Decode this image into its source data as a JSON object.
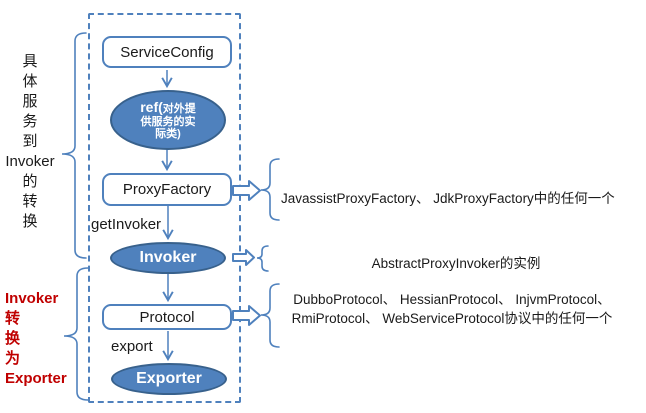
{
  "left_top_label": {
    "lines": [
      "具",
      "体",
      "服",
      "务",
      "到",
      "Invoker",
      "的",
      "转",
      "换"
    ]
  },
  "left_bottom_label": {
    "lines": [
      "Invoker",
      "转",
      "换",
      "为",
      "Exporter"
    ]
  },
  "nodes": {
    "service_config": {
      "label": "ServiceConfig"
    },
    "ref": {
      "prefix": "ref(",
      "line1_rest": "对外提",
      "line2": "供服务的实",
      "line3": "际类)"
    },
    "proxy_factory": {
      "label": "ProxyFactory"
    },
    "invoker": {
      "label": "Invoker"
    },
    "protocol": {
      "label": "Protocol"
    },
    "exporter": {
      "label": "Exporter"
    }
  },
  "edge_labels": {
    "get_invoker": "getInvoker",
    "export": "export"
  },
  "annotations": {
    "proxy_factory_options": "JavassistProxyFactory、 JdkProxyFactory中的任何一个",
    "invoker_instance": "AbstractProxyInvoker的实例",
    "protocol_options_line1": "DubboProtocol、 HessianProtocol、 InjvmProtocol、",
    "protocol_options_line2": "RmiProtocol、 WebServiceProtocol协议中的任何一个"
  },
  "colors": {
    "node_fill": "#4f81bd",
    "node_stroke": "#38618c",
    "outline_blue": "#4f81bd",
    "red_label": "#c00000",
    "text": "#1a1a1a",
    "node_text": "#ffffff"
  }
}
